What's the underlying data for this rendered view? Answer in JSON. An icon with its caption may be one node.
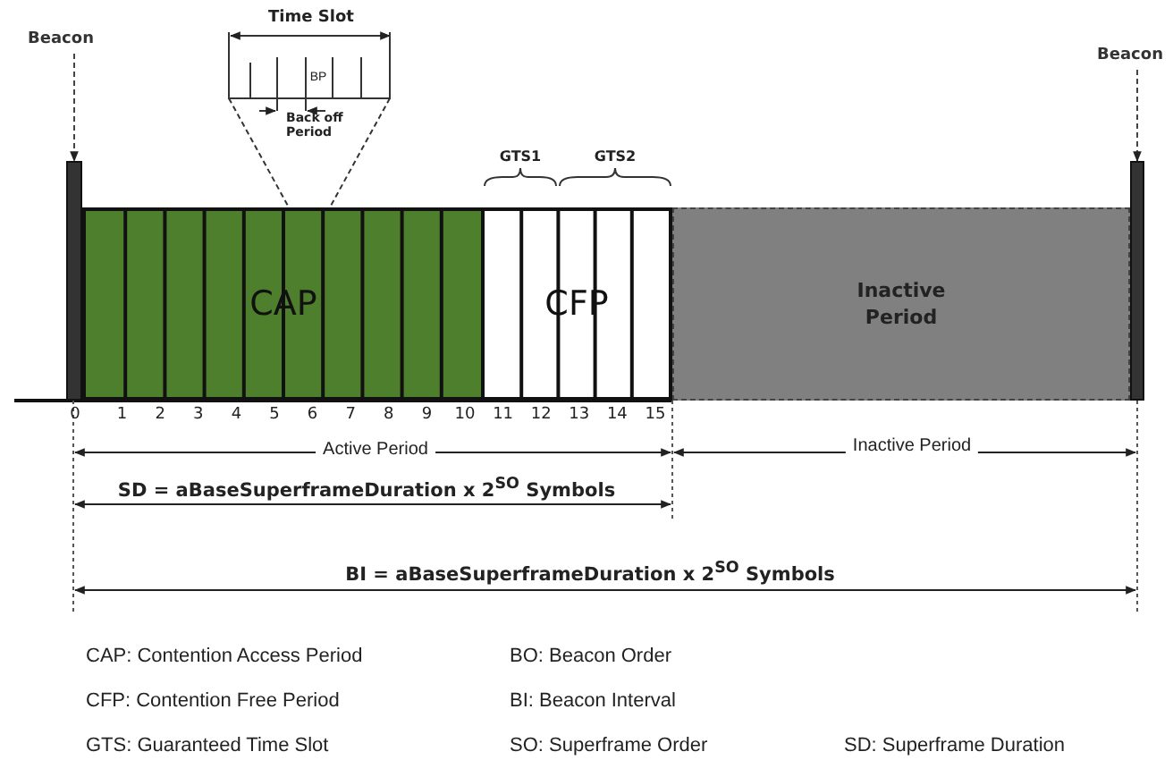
{
  "diagram": {
    "nodes": [
      {
        "text": [
          "Beacon"
        ]
      },
      {
        "text": [],
        "shape": "bar"
      },
      {
        "text": [
          "CAP"
        ]
      },
      {
        "text": [
          "CFP"
        ]
      },
      {
        "text": [
          "Inactive Period"
        ]
      },
      {
        "text": [
          "Beacon"
        ]
      },
      {
        "text": [],
        "shape": "bar"
      }
    ],
    "edges": [
      {
        "from": 0,
        "to": 1,
        "arrow": "to",
        "style": "dashed"
      },
      {
        "from": 5,
        "to": 6,
        "arrow": "to",
        "style": "dashed"
      }
    ],
    "labels": [
      "Time Slot",
      "BP",
      "Back off Period",
      "GTS1",
      "GTS2",
      "0",
      "1",
      "2",
      "3",
      "4",
      "5",
      "6",
      "7",
      "8",
      "9",
      "10",
      "11",
      "12",
      "13",
      "14",
      "15",
      "Active Period",
      "Inactive Period",
      "SD = aBaseSuperframeDuration x 2$^{SO}$ Symbols",
      "BI = aBaseSuperframeDuration x 2$^{SO}$ Symbols",
      "CAP: Contention Access Period",
      "BO: Beacon Order",
      "CFP: Contention Free Period",
      "BI: Beacon Interval",
      "GTS: Guaranteed Time Slot",
      "SO: Superframe Order",
      "SD: Superframe Duration"
    ]
  }
}
